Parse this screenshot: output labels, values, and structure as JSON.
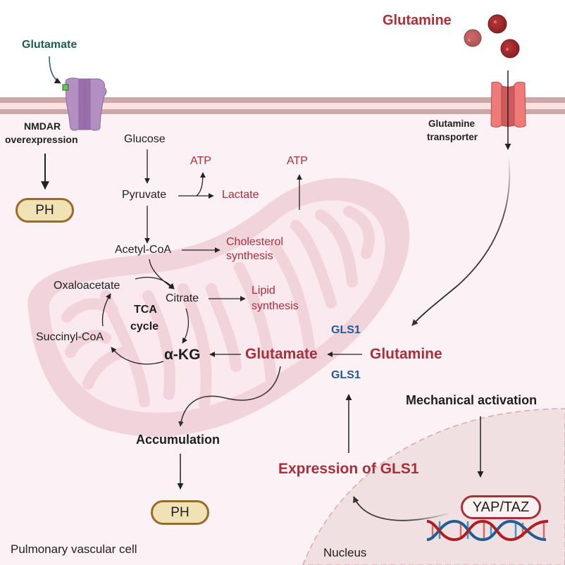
{
  "labels": {
    "glutamate_extracellular": "Glutamate",
    "glutamine_extracellular": "Glutamine",
    "nmdar": "NMDAR",
    "nmdar_overexpression": "overexpression",
    "glutamine_transporter_line1": "Glutamine",
    "glutamine_transporter_line2": "transporter",
    "ph_top": "PH",
    "ph_bottom": "PH",
    "glucose": "Glucose",
    "pyruvate": "Pyruvate",
    "atp_1": "ATP",
    "atp_2": "ATP",
    "lactate": "Lactate",
    "acetyl_coa": "Acetyl-CoA",
    "cholesterol_line1": "Cholesterol",
    "cholesterol_line2": "synthesis",
    "oxaloacetate": "Oxaloacetate",
    "citrate": "Citrate",
    "lipid_line1": "Lipid",
    "lipid_line2": "synthesis",
    "tca_line1": "TCA",
    "tca_line2": "cycle",
    "succinyl_coa": "Succinyl-CoA",
    "alpha_kg": "α-KG",
    "glutamate_mito": "Glutamate",
    "glutamine_cyto": "Glutamine",
    "gls1_top": "GLS1",
    "gls1_bottom": "GLS1",
    "mechanical_activation": "Mechanical activation",
    "accumulation": "Accumulation",
    "expression_gls1": "Expression of GLS1",
    "yap_taz": "YAP/TAZ",
    "nucleus": "Nucleus",
    "cell_label": "Pulmonary vascular cell"
  },
  "colors": {
    "metabolite_red": "#a8303a",
    "enzyme_blue": "#1f5a96",
    "ligand_teal": "#1c5e52",
    "cytoplasm": "#fcf1f4",
    "membrane_outer": "#cba8a8",
    "membrane_inner": "#fde0e0",
    "mitochondrion": "#f1d3dc",
    "nucleus": "#f1e0e2",
    "nmdar_purple": "#b38fc2",
    "transporter_red": "#ee7a7a",
    "ph_fill": "#f1e2b5",
    "ph_border": "#9a6a28"
  }
}
